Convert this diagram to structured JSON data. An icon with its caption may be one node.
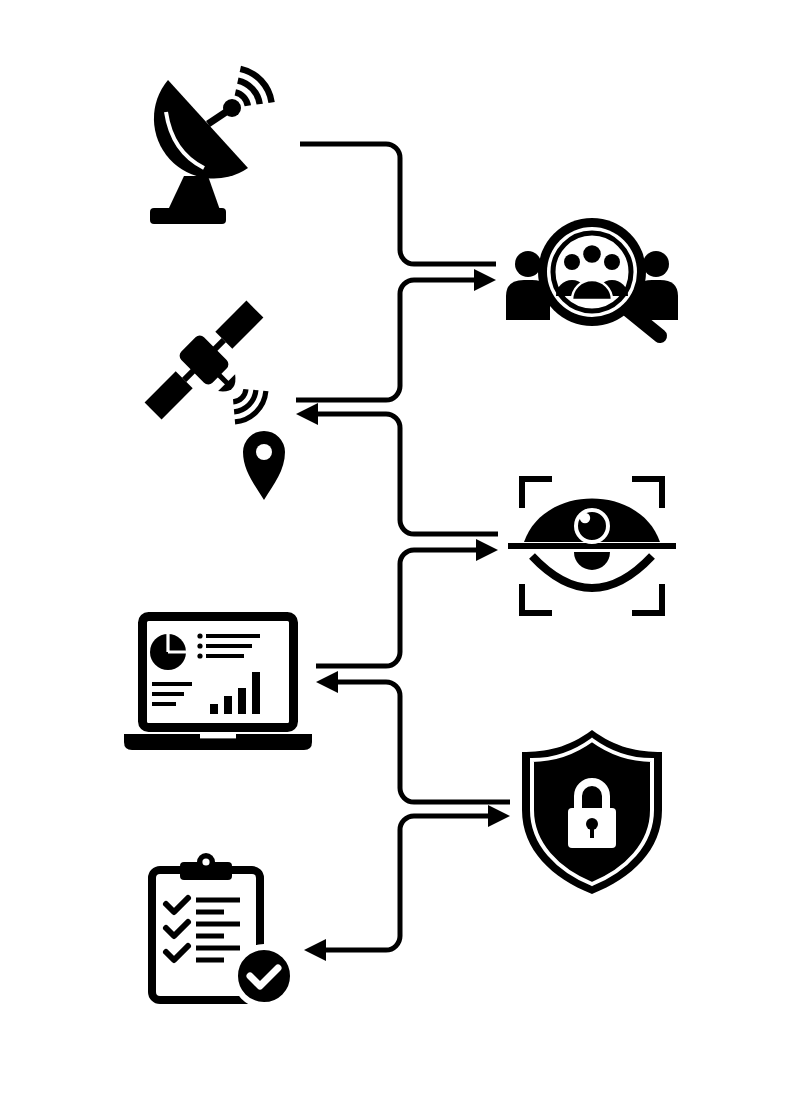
{
  "diagram": {
    "nodes": [
      {
        "text": [],
        "shape": "picture"
      },
      {
        "text": [],
        "shape": "picture"
      },
      {
        "text": [],
        "shape": "picture"
      },
      {
        "text": [],
        "shape": "picture"
      },
      {
        "text": [],
        "shape": "picture"
      },
      {
        "text": [],
        "shape": "picture"
      },
      {
        "text": [],
        "shape": "picture"
      }
    ],
    "edges": [
      {
        "from": 0,
        "to": 1,
        "arrow": "none"
      },
      {
        "from": 2,
        "to": 1,
        "arrow": "to"
      },
      {
        "from": 3,
        "to": 2,
        "arrow": "to"
      },
      {
        "from": 4,
        "to": 3,
        "arrow": "to"
      },
      {
        "from": 5,
        "to": 4,
        "arrow": "to"
      },
      {
        "from": 5,
        "to": 6,
        "arrow": "both"
      }
    ]
  }
}
